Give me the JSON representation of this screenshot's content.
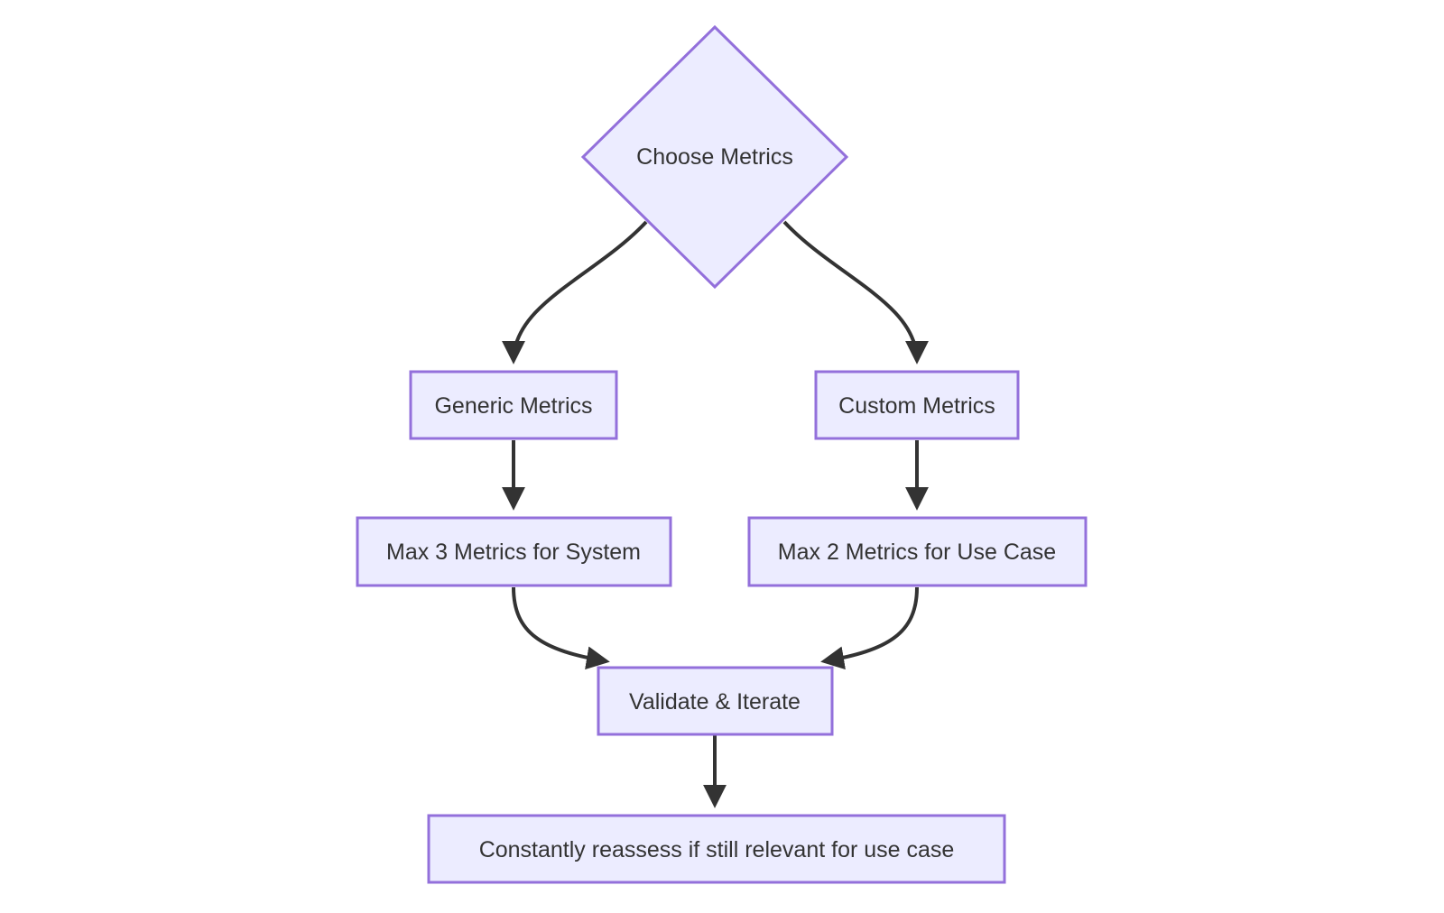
{
  "diagram": {
    "type": "flowchart",
    "direction": "top-down",
    "colors": {
      "page_bg": "#ffffff",
      "node_fill": "#ECECFF",
      "node_stroke": "#9370DB",
      "text_color": "#333333",
      "edge_color": "#333333"
    },
    "nodes": {
      "choose": {
        "label": "Choose Metrics",
        "shape": "diamond"
      },
      "generic": {
        "label": "Generic Metrics",
        "shape": "rect"
      },
      "custom": {
        "label": "Custom Metrics",
        "shape": "rect"
      },
      "max3": {
        "label": "Max 3 Metrics for System",
        "shape": "rect"
      },
      "max2": {
        "label": "Max 2 Metrics for Use Case",
        "shape": "rect"
      },
      "validate": {
        "label": "Validate & Iterate",
        "shape": "rect"
      },
      "reassess": {
        "label": "Constantly reassess if still relevant for use case",
        "shape": "rect"
      }
    },
    "edges": [
      {
        "from": "choose",
        "to": "generic",
        "arrow": true
      },
      {
        "from": "choose",
        "to": "custom",
        "arrow": true
      },
      {
        "from": "generic",
        "to": "max3",
        "arrow": true
      },
      {
        "from": "custom",
        "to": "max2",
        "arrow": true
      },
      {
        "from": "max3",
        "to": "validate",
        "arrow": true
      },
      {
        "from": "max2",
        "to": "validate",
        "arrow": true
      },
      {
        "from": "validate",
        "to": "reassess",
        "arrow": true
      }
    ]
  }
}
